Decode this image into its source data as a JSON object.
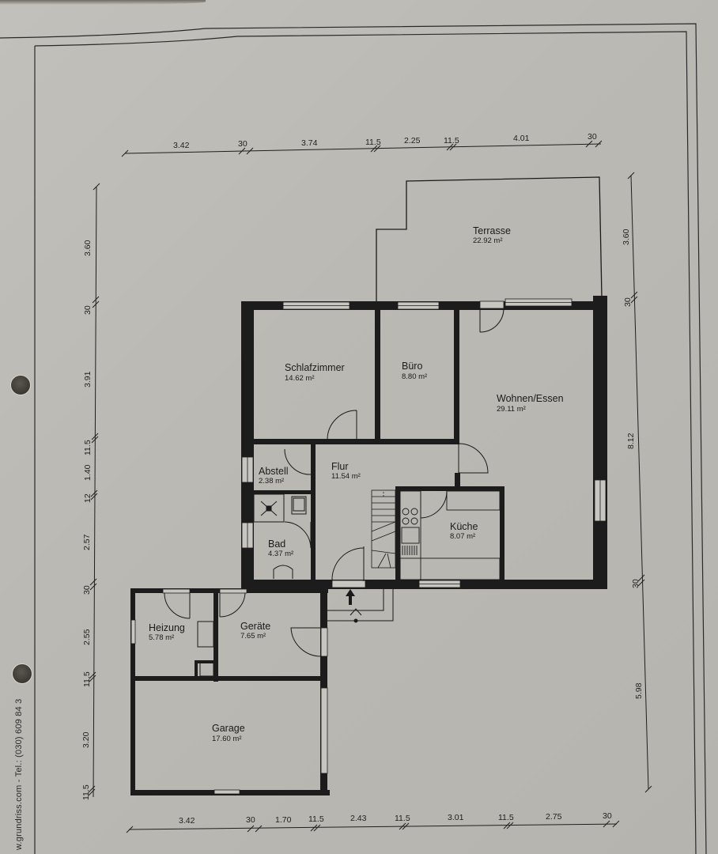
{
  "sheet": {
    "footer_text": "w.grundriss.com  -  Tel.: (030) 609 84 3",
    "background": "#bebcb6",
    "ink": "#1a1a1a"
  },
  "rooms": [
    {
      "id": "terrasse",
      "name": "Terrasse",
      "area": "22.92 m²"
    },
    {
      "id": "schlafzimmer",
      "name": "Schlafzimmer",
      "area": "14.62 m²"
    },
    {
      "id": "buero",
      "name": "Büro",
      "area": "8.80 m²"
    },
    {
      "id": "wohnen-essen",
      "name": "Wohnen/Essen",
      "area": "29.11 m²"
    },
    {
      "id": "abstell",
      "name": "Abstell",
      "area": "2.38 m²"
    },
    {
      "id": "flur",
      "name": "Flur",
      "area": "11.54 m²"
    },
    {
      "id": "bad",
      "name": "Bad",
      "area": "4.37 m²"
    },
    {
      "id": "kueche",
      "name": "Küche",
      "area": "8.07 m²"
    },
    {
      "id": "heizung",
      "name": "Heizung",
      "area": "5.78 m²"
    },
    {
      "id": "geraete",
      "name": "Geräte",
      "area": "7.65 m²"
    },
    {
      "id": "garage",
      "name": "Garage",
      "area": "17.60 m²"
    }
  ],
  "dimensions": {
    "top": [
      "3.42",
      "30",
      "3.74",
      "11.5",
      "2.25",
      "11.5",
      "4.01",
      "30"
    ],
    "bottom": [
      "3.42",
      "30",
      "1.70",
      "11.5",
      "2.43",
      "11.5",
      "3.01",
      "11.5",
      "2.75",
      "30"
    ],
    "left": [
      "3.60",
      "30",
      "3.91",
      "11.5",
      "1.40",
      "12",
      "2.57",
      "30",
      "2.55",
      "11.5",
      "3.20",
      "11.5"
    ],
    "right": [
      "3.60",
      "30",
      "8.12",
      "30",
      "5.98"
    ]
  }
}
